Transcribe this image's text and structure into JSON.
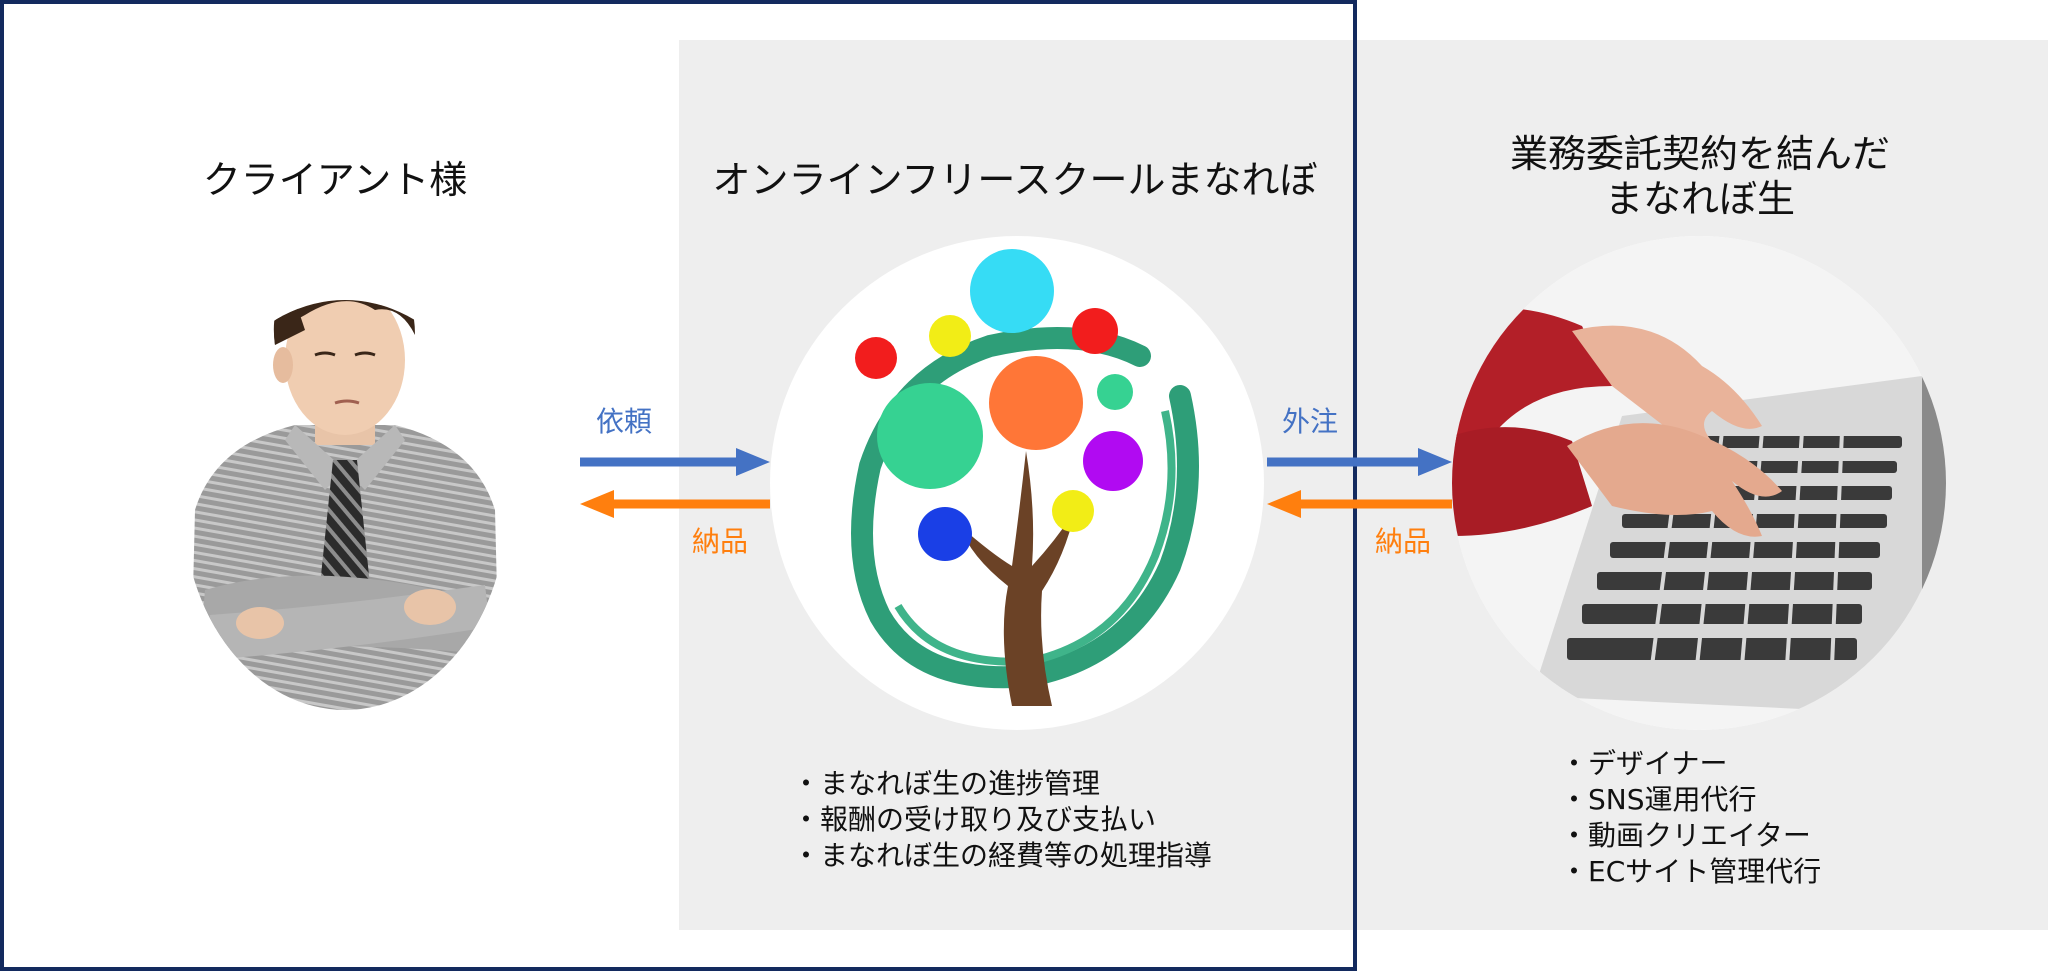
{
  "columns": {
    "client": {
      "title": "クライアント様"
    },
    "school": {
      "title": "オンラインフリースクールまなれぼ",
      "duties": [
        "まなれぼ生の進捗管理",
        "報酬の受け取り及び支払い",
        "まなれぼ生の経費等の処理指導"
      ]
    },
    "contractor": {
      "title_line1": "業務委託契約を結んだ",
      "title_line2": "まなれぼ生",
      "services": [
        "デザイナー",
        "SNS運用代行",
        "動画クリエイター",
        "ECサイト管理代行"
      ]
    }
  },
  "arrows": {
    "left_request": "依頼",
    "left_delivery": "納品",
    "right_outsource": "外注",
    "right_delivery": "納品"
  },
  "colors": {
    "frame": "#132a5e",
    "panel": "#eeeeee",
    "request_arrow": "#4472c4",
    "delivery_arrow": "#ff7f0e"
  },
  "icons": {
    "client": "confused-businessman-photo",
    "school": "tree-logo",
    "contractor": "typing-on-laptop-photo"
  }
}
